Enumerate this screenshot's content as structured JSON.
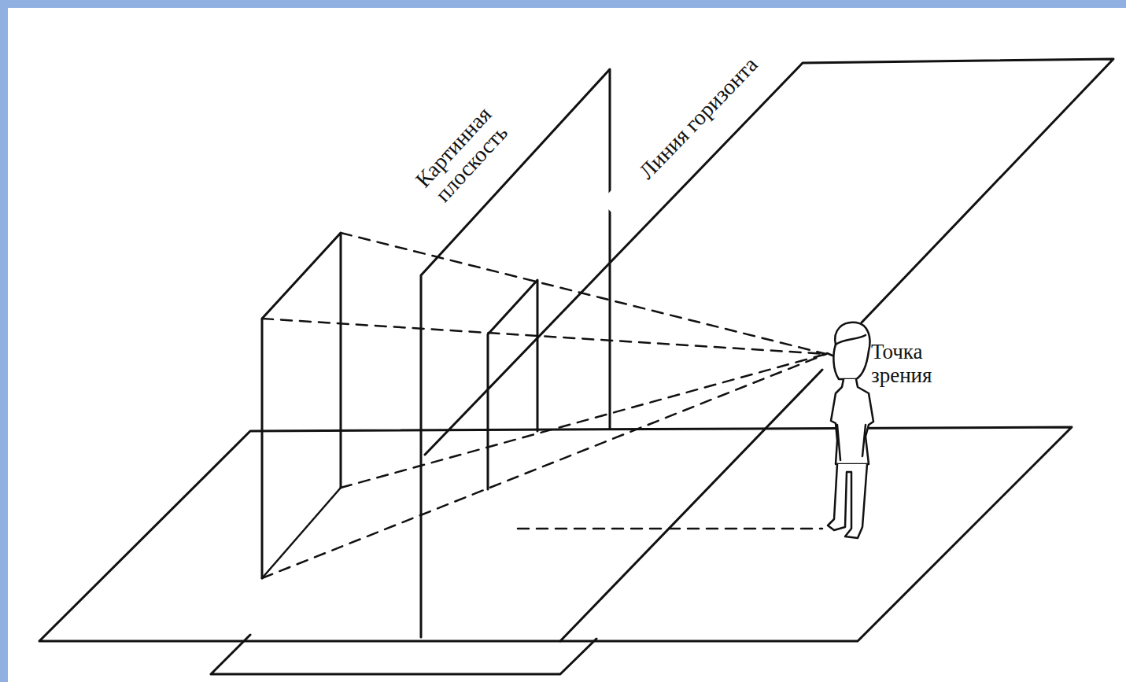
{
  "diagram": {
    "labels": [
      "Картинная плоскость",
      "Линия горизонта",
      "Точка зрения"
    ]
  }
}
